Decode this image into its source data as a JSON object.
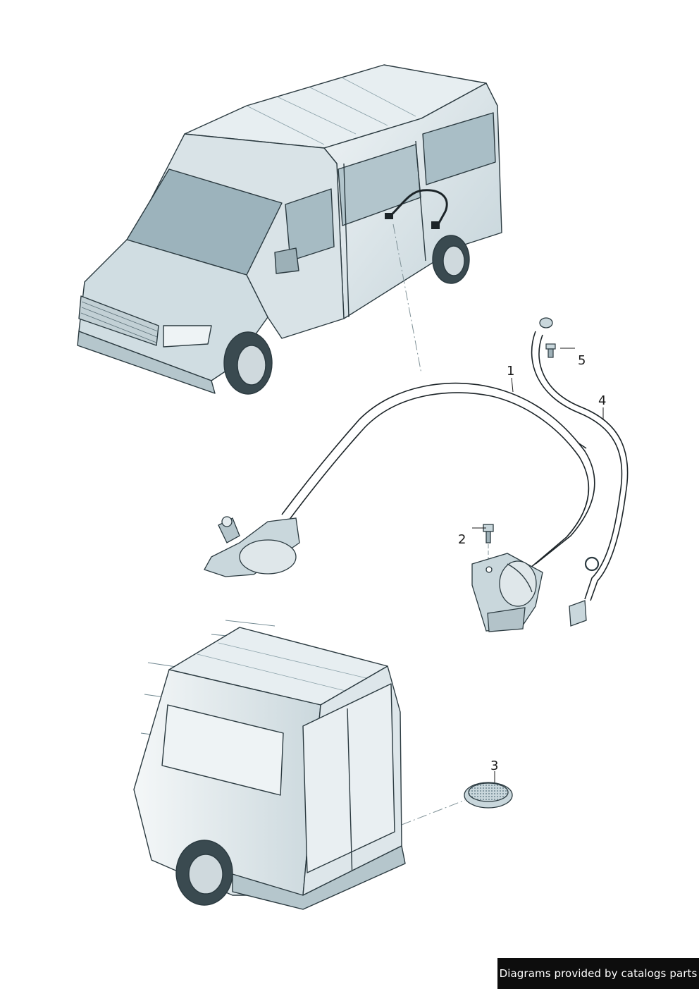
{
  "callouts": {
    "part1": "1",
    "part2": "2",
    "part3": "3",
    "part4": "4",
    "part5": "5"
  },
  "footer": {
    "credit": "Diagrams provided by catalogs parts"
  },
  "colors": {
    "body_fill": "#dfe7ea",
    "body_shade": "#c3d2d8",
    "glass": "#9fb6bf",
    "outline": "#2b3a40",
    "cable": "#1c2428",
    "part_fill": "#c9d7dc"
  }
}
